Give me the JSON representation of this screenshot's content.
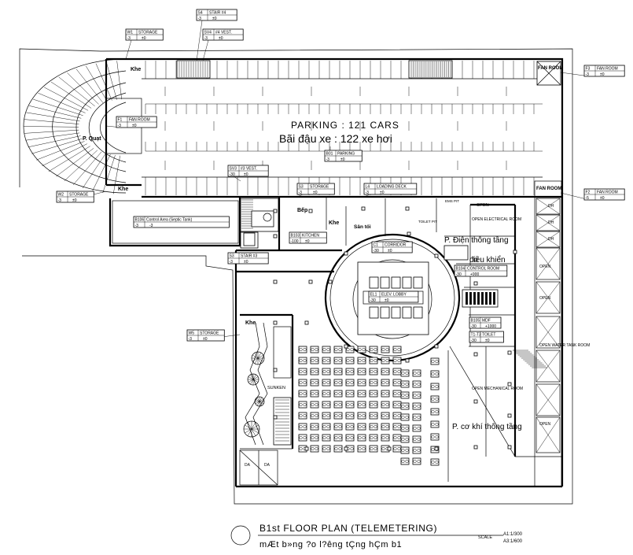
{
  "title": {
    "main": "B1st FLOOR PLAN (TELEMETERING)",
    "sub": "mÆt b»ng ?o l?êng tÇng hÇm b1",
    "scale_label": "SCALE",
    "scale_a1": "A1:1/300",
    "scale_a3": "A3:1/600"
  },
  "parking": {
    "label_en": "PARKING : 121 CARS",
    "label_vn": "Bãi đậu xe : 122 xe hơi"
  },
  "rooms": {
    "p_quat": "P. Quạt",
    "bep": "Bếp",
    "san_toi": "Sân tối",
    "dien_thong_tang": "P. Điện thông tầng",
    "dieu_khien": "điều khiển",
    "co_khi_thong_tang": "P. cơ khí thông tầng",
    "sunken": "SUNKEN",
    "fan_room_right": "FAN ROOM",
    "open": "OPEN",
    "open_electrical": "OPEN\nELECTRICAL\nROOM",
    "open_mechanical": "OPEN\nMECHANICAL\nROOM",
    "open_water": "OPEN\nWATER TANK\nROOM",
    "ems": "EMS PIT",
    "toilet_pit": "TOILET PIT",
    "dh": "DH",
    "da": "DA"
  },
  "khe_label": "Khe",
  "tags": [
    {
      "code": "W1",
      "name": "STORAGE",
      "level_a": "-3",
      "level_b": "±0"
    },
    {
      "code": "S4",
      "name": "STAIR #4",
      "level_a": "-3",
      "level_b": "±0"
    },
    {
      "code": "SV4",
      "name": "#4 VEST.",
      "level_a": "-3",
      "level_b": "±0"
    },
    {
      "code": "F1",
      "name": "FAN ROOM",
      "level_a": "-3",
      "level_b": "±0"
    },
    {
      "code": "F3",
      "name": "FAN ROOM",
      "level_a": "-3",
      "level_b": "±0"
    },
    {
      "code": "F2",
      "name": "FAN ROOM",
      "level_a": "-5",
      "level_b": "±0"
    },
    {
      "code": "W2",
      "name": "STORAGE",
      "level_a": "-3",
      "level_b": "±0"
    },
    {
      "code": "B01",
      "name": "PARKING",
      "level_a": "-3",
      "level_b": "±0"
    },
    {
      "code": "SV3",
      "name": "#3 VEST.",
      "level_a": "-30",
      "level_b": "±0"
    },
    {
      "code": "S3",
      "name": "STORAGE",
      "level_a": "-3",
      "level_b": "±0"
    },
    {
      "code": "L4",
      "name": "LOADING DECK",
      "level_a": "-3",
      "level_b": "±0"
    },
    {
      "code": "B106",
      "name": "Control Area (Septic Tank)",
      "level_a": "-3",
      "level_b": "-3"
    },
    {
      "code": "B103",
      "name": "KITCHEN",
      "level_a": "-100",
      "level_b": "±0"
    },
    {
      "code": "C1",
      "name": "CORRIDOR",
      "level_a": "-30",
      "level_b": "±0"
    },
    {
      "code": "S3b",
      "name": "STAIR #3",
      "level_a": "-3",
      "level_b": "±0"
    },
    {
      "code": "B104",
      "name": "CONTROL ROOM",
      "level_a": "-30",
      "level_b": "+900"
    },
    {
      "code": "EL1",
      "name": "ELEV. LOBBY",
      "level_a": "-30",
      "level_b": "±0"
    },
    {
      "code": "B105",
      "name": "MDF",
      "level_a": "-30",
      "level_b": "+1000"
    },
    {
      "code": "T1-T3",
      "name": "TOILET",
      "level_a": "-30",
      "level_b": "±0"
    },
    {
      "code": "W5",
      "name": "STORAGE",
      "level_a": "-3",
      "level_b": "±0"
    }
  ]
}
